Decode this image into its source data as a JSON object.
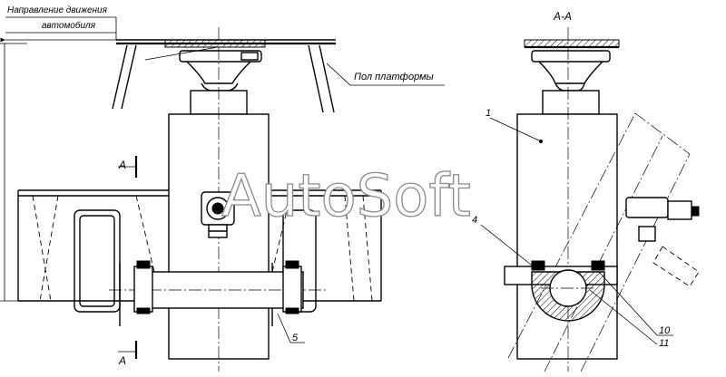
{
  "labels": {
    "direction_line1": "Направление движения",
    "direction_line2": "автомобиля",
    "platform_floor": "Пол платформы",
    "section_title": "А-А",
    "section_mark_top": "А",
    "section_mark_bottom": "А",
    "callout_1": "1",
    "callout_4": "4",
    "callout_5": "5",
    "callout_10": "10",
    "callout_11": "11"
  },
  "watermark": "AutoSoft"
}
